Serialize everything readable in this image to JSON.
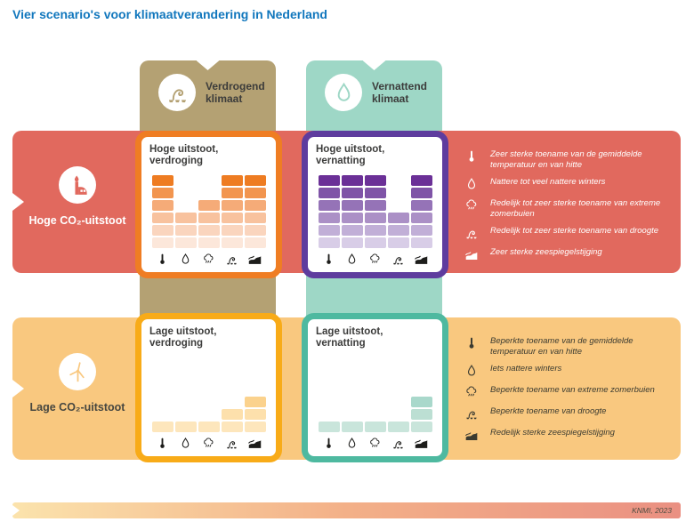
{
  "title": "Vier scenario's voor klimaatverandering in Nederland",
  "title_color": "#1177BD",
  "columns": [
    {
      "id": "verdrogend",
      "label": "Verdrogend klimaat",
      "icon": "drought-plant-icon",
      "color": "#B4A173"
    },
    {
      "id": "vernattend",
      "label": "Vernattend klimaat",
      "icon": "water-droplet-icon",
      "color": "#9ED7C6"
    }
  ],
  "rows": [
    {
      "id": "hoge",
      "label": "Hoge CO₂-uitstoot",
      "icon": "factory-emissions-icon",
      "color": "#E1695E",
      "text_color": "#FFFFFF"
    },
    {
      "id": "lage",
      "label": "Lage CO₂-uitstoot",
      "icon": "wind-turbine-icon",
      "color": "#F9C87F",
      "text_color": "#474740"
    }
  ],
  "cards": [
    {
      "line1": "Hoge uitstoot,",
      "line2": "verdroging",
      "border": "#EF7D23",
      "palette": [
        "#EE7C22",
        "#F2954F",
        "#F5AB78",
        "#F8C29E",
        "#FAD5BE",
        "#FCE7DA"
      ]
    },
    {
      "line1": "Hoge uitstoot,",
      "line2": "vernatting",
      "border": "#5E3C9E",
      "palette": [
        "#6B3097",
        "#7F54A7",
        "#9573B7",
        "#AB90C6",
        "#C1AFD7",
        "#D8CDE7"
      ]
    },
    {
      "line1": "Lage uitstoot,",
      "line2": "verdroging",
      "border": "#F8AB18",
      "palette": [
        "#F6A21B",
        "#F8B545",
        "#FAC468",
        "#FBD28D",
        "#FDE0AC",
        "#FDE6BC"
      ]
    },
    {
      "line1": "Lage uitstoot,",
      "line2": "vernatting",
      "border": "#4EB9A0",
      "palette": [
        "#4DB9A0",
        "#6EC5B0",
        "#8FD1C1",
        "#A9D8CB",
        "#BCDFD3",
        "#C9E5DB"
      ]
    }
  ],
  "card_icons": [
    "thermometer-icon",
    "water-droplet-icon",
    "rain-cloud-icon",
    "drought-plant-icon",
    "sea-level-icon"
  ],
  "chart_data": {
    "type": "bar",
    "scale": "blocks 0-6, relative strength of change",
    "categories": [
      "temperatuur en hitte",
      "nattere winters",
      "extreme zomerbuien",
      "droogte",
      "zeespiegelstijging"
    ],
    "charts": [
      {
        "title": "Hoge uitstoot, verdroging",
        "values": [
          6,
          3,
          4,
          6,
          6
        ]
      },
      {
        "title": "Hoge uitstoot, vernatting",
        "values": [
          6,
          6,
          6,
          3,
          6
        ]
      },
      {
        "title": "Lage uitstoot, verdroging",
        "values": [
          1,
          1,
          1,
          2,
          3
        ]
      },
      {
        "title": "Lage uitstoot, vernatting",
        "values": [
          1,
          1,
          1,
          1,
          3
        ]
      }
    ]
  },
  "legend_high": {
    "items": [
      {
        "icon": "thermometer-icon",
        "text": "Zeer sterke toename van de gemiddelde temperatuur en van hitte"
      },
      {
        "icon": "water-droplet-icon",
        "text": "Nattere tot veel nattere winters"
      },
      {
        "icon": "rain-cloud-icon",
        "text": "Redelijk tot zeer sterke toename van extreme zomerbuien"
      },
      {
        "icon": "drought-plant-icon",
        "text": "Redelijk tot zeer sterke toename van droogte"
      },
      {
        "icon": "sea-level-icon",
        "text": "Zeer sterke zeespiegelstijging"
      }
    ]
  },
  "legend_low": {
    "items": [
      {
        "icon": "thermometer-icon",
        "text": "Beperkte toename van de gemiddelde temperatuur en van hitte"
      },
      {
        "icon": "water-droplet-icon",
        "text": "Iets nattere winters"
      },
      {
        "icon": "rain-cloud-icon",
        "text": "Beperkte toename van extreme zomerbuien"
      },
      {
        "icon": "drought-plant-icon",
        "text": "Beperkte toename van droogte"
      },
      {
        "icon": "sea-level-icon",
        "text": "Redelijk sterke zeespiegelstijging"
      }
    ]
  },
  "source_bar": {
    "label": "KNMI, 2023",
    "gradient": [
      "#FBE3AC",
      "#F3B088",
      "#EA9082"
    ]
  }
}
